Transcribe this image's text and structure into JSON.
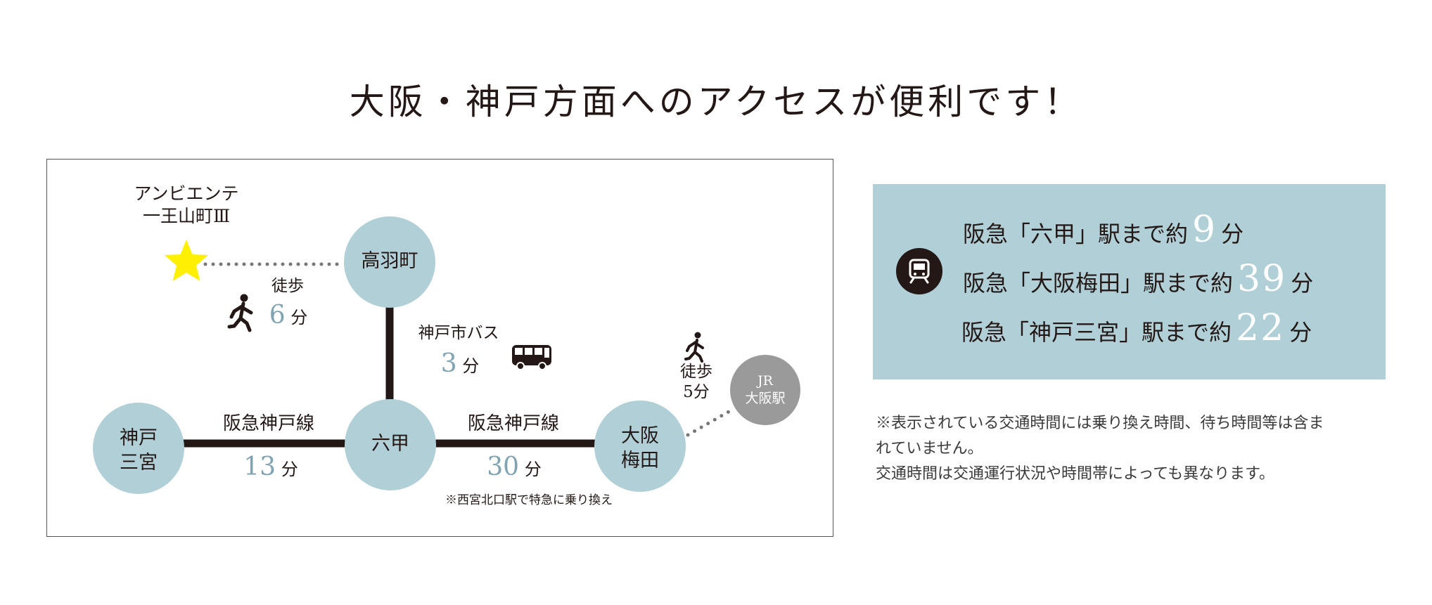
{
  "title": "大阪・神戸方面へのアクセスが便利です！",
  "colors": {
    "station_circle": "#b0cfd6",
    "jr_circle": "#9a9a9a",
    "rail_line": "#231815",
    "walk_dots": "#777777",
    "star": "#ffef00",
    "minutes_accent": "#7fa3b0",
    "panel_bg": "#b0cfd6"
  },
  "map": {
    "property": {
      "line1": "アンビエンテ",
      "line2": "一王山町Ⅲ",
      "icon": "star-icon"
    },
    "walk_to_takabacho": {
      "label": "徒歩",
      "minutes": "6",
      "unit": "分",
      "icon": "walking-person-icon"
    },
    "stations": {
      "takabacho": "高羽町",
      "rokko": "六甲",
      "sannomiya_line1": "神戸",
      "sannomiya_line2": "三宮",
      "umeda_line1": "大阪",
      "umeda_line2": "梅田",
      "jr_line1": "JR",
      "jr_line2": "大阪駅"
    },
    "bus": {
      "label": "神戸市バス",
      "minutes": "3",
      "unit": "分",
      "icon": "bus-icon"
    },
    "west_segment": {
      "line": "阪急神戸線",
      "minutes": "13",
      "unit": "分"
    },
    "east_segment": {
      "line": "阪急神戸線",
      "minutes": "30",
      "unit": "分"
    },
    "transfer_note": "※西宮北口駅で特急に乗り換え",
    "walk_to_jr": {
      "label": "徒歩",
      "minutes_text": "5分",
      "icon": "walking-person-icon"
    }
  },
  "access": {
    "icon": "train-icon",
    "rows": [
      {
        "prefix": "阪急「六甲」駅まで約",
        "minutes": "9",
        "unit": "分"
      },
      {
        "prefix": "阪急「大阪梅田」駅まで約",
        "minutes": "39",
        "unit": "分"
      },
      {
        "prefix": "阪急「神戸三宮」駅まで約",
        "minutes": "22",
        "unit": "分"
      }
    ]
  },
  "notes": {
    "line1": "※表示されている交通時間には乗り換え時間、待ち時間等は含ま",
    "line2": "れていません。",
    "line3": "交通時間は交通運行状況や時間帯によっても異なります。"
  }
}
